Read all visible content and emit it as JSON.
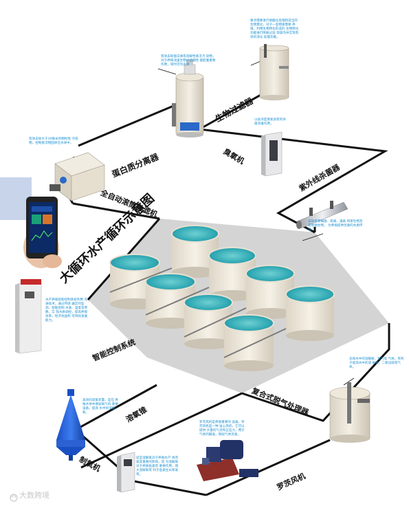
{
  "title": "大循环水产循环示意图",
  "labels": {
    "bio_filter": "生物过滤器",
    "protein_skimmer": "蛋白质分离器",
    "ozone": "臭氧机",
    "uv": "紫外线杀菌器",
    "drum_filter": "全自动滚筒微滤机",
    "control": "智能控制系统",
    "oxygen_cone": "溶氧锥",
    "oxygen_gen": "制氧机",
    "degassing": "复合式脱气处理器",
    "roots_blower": "罗茨风机"
  },
  "notes": {
    "bio_filter": "重点需要进行硝酸化处理和适当的 生物量化，对于一些物质需要 养殖，利用生物转化形成的 生物转化功能进行降解过滤 等操作并实现有效的净化 处理功能。",
    "protein_skimmer": "有效去除蛋白质等溶解性悬浮污 染物，对于养殖池里生物过滤器性 能起着重要作用，同时可作为臭",
    "ozone": "以低浓度臭氧具有的杀 菌消毒作用，",
    "drum_filter": "有效去除大于30微米的颗粒性 污染物，控制悬浮物固体在水体中。",
    "uv": "去除有害细菌、病毒、藻类 和寄生物及其他微生物， 为养殖提供优质的水质环境。",
    "control": "水产养殖智能控制系统利用 先进技术，通过传感 器实时监测、智能控制 水质、温度等参数，实 现水质调控，提高养殖 效率，经济效益和 可持续发展能力。",
    "degassing": "去除水中的溶解氮、氨气等 气体，有利于提高水中的溶 解氧，二氧化碳等气体。",
    "oxygen_cone": "高效的溶氧装置，是在 养殖水体中增加氧气的 重要设备，提高 水中的溶解氧。",
    "oxygen_gen": "适宜溶解氧对于养殖水产 具有极其重要的影响，因 为溶解氧对于养殖鱼类有 重要作用，增大溶解氧有 利于鱼类生长和发育。",
    "roots_blower": "罗茨风机是养殖重要的 设备，罗茨风机是一种 溢心风机，它可以提供 大量的气流和正压力，用于 气体的输送，增加气体流速。"
  },
  "watermark": "大数跨境",
  "icons": [
    "recycle-logo-icon"
  ]
}
